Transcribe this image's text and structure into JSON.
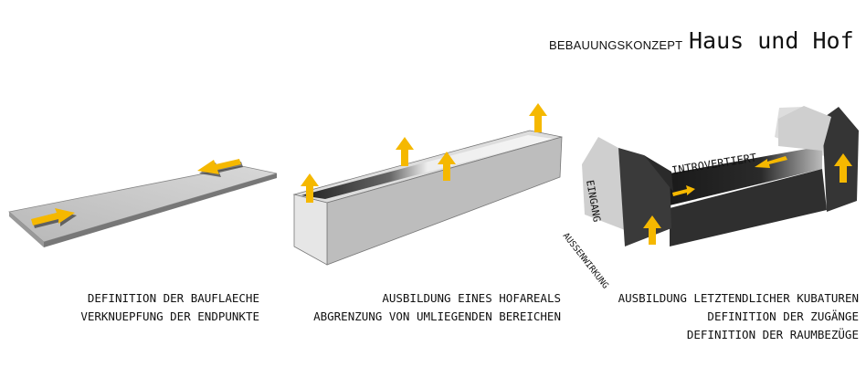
{
  "header": {
    "subtitle": "BEBAUUNGSKONZEPT",
    "title": "Haus und Hof"
  },
  "steps": [
    {
      "lines": [
        "DEFINITION DER BAUFLAECHE",
        "VERKNUEPFUNG DER ENDPUNKTE"
      ]
    },
    {
      "lines": [
        "AUSBILDUNG EINES HOFAREALS",
        "ABGRENZUNG VON UMLIEGENDEN BEREICHEN"
      ]
    },
    {
      "lines": [
        "AUSBILDUNG LETZTENDLICHER KUBATUREN",
        "DEFINITION DER ZUGÄNGE",
        "DEFINITION DER RAUMBEZÜGE"
      ]
    }
  ],
  "diagram_labels": {
    "introvertiert": "INTROVERTIERT",
    "eingang": "EINGANG",
    "aussenwirkung": "AUSSENWIRKUNG"
  },
  "colors": {
    "arrow": "#f5b800",
    "dark": "#3a3a3a",
    "light": "#c8c8c8"
  }
}
